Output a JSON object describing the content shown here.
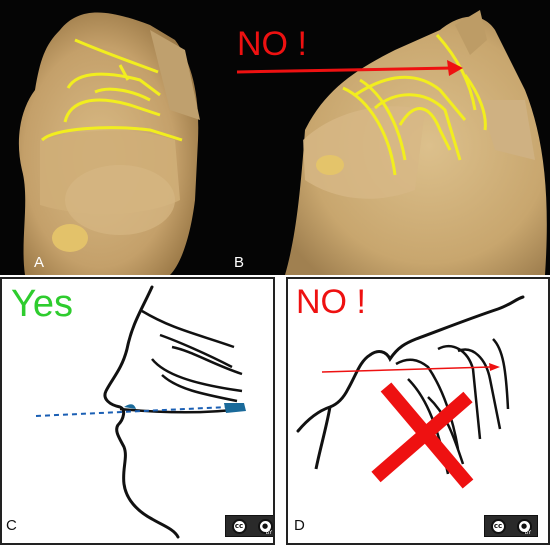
{
  "colors": {
    "yes": "#2ecc2e",
    "no": "#ee1111",
    "yellow_lines": "#f2ee1e",
    "blue_dash": "#1a5fb4",
    "tissue": "#c9a872",
    "background_dark": "#050505"
  },
  "panels": {
    "a": {
      "letter": "A"
    },
    "b": {
      "letter": "B",
      "label": "NO !"
    },
    "c": {
      "letter": "C",
      "label": "Yes"
    },
    "d": {
      "letter": "D",
      "label": "NO !"
    }
  },
  "license": {
    "cc": "cc",
    "person_icon": "person-icon",
    "by": "BY"
  }
}
